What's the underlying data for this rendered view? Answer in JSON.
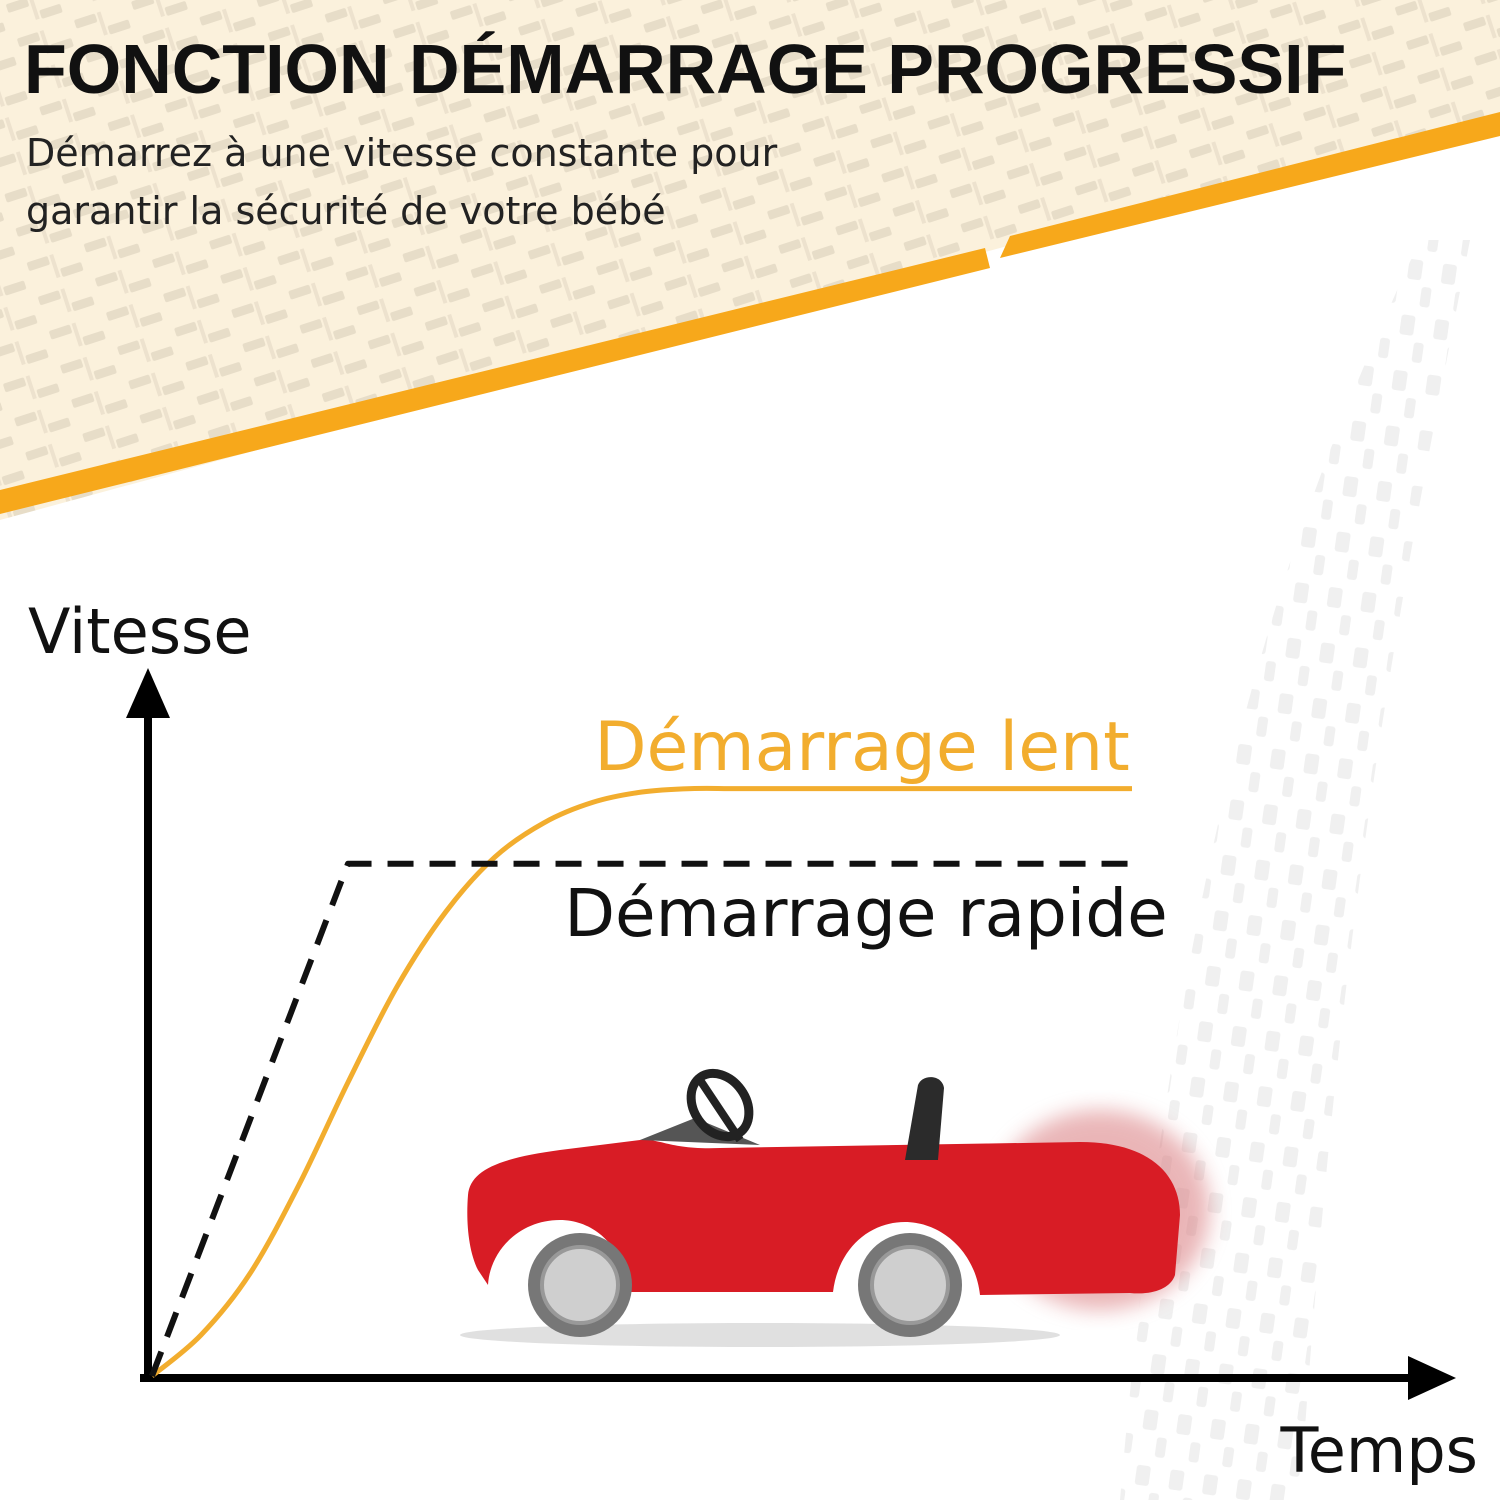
{
  "header": {
    "title": "FONCTION DÉMARRAGE PROGRESSIF",
    "subtitle_line1": "Démarrez à une vitesse constante pour",
    "subtitle_line2": "garantir la sécurité de votre bébé"
  },
  "colors": {
    "accent": "#f7a81b",
    "banner_bg": "#fbf1dc",
    "axis": "#000000",
    "slow_curve": "#f2ad2e",
    "fast_curve": "#111111",
    "car_red": "#d81c25"
  },
  "icons": [
    "tire-track-pattern",
    "red-toy-car-illustration"
  ],
  "chart_data": {
    "type": "line",
    "xlabel": "Temps",
    "ylabel": "Vitesse",
    "xlim": [
      0,
      100
    ],
    "ylim": [
      0,
      100
    ],
    "grid": false,
    "axis_ticks": false,
    "series": [
      {
        "name": "Démarrage lent",
        "style": "solid",
        "x": [
          0,
          5,
          10,
          15,
          20,
          25,
          30,
          35,
          40,
          45,
          50,
          55,
          60,
          70,
          80,
          90,
          100
        ],
        "y": [
          0,
          6,
          15,
          28,
          43,
          57,
          68,
          76,
          81,
          84,
          85.5,
          86,
          86,
          86,
          86,
          86,
          86
        ]
      },
      {
        "name": "Démarrage rapide",
        "style": "dashed",
        "x": [
          0,
          20,
          100
        ],
        "y": [
          0,
          75,
          75
        ]
      }
    ]
  }
}
